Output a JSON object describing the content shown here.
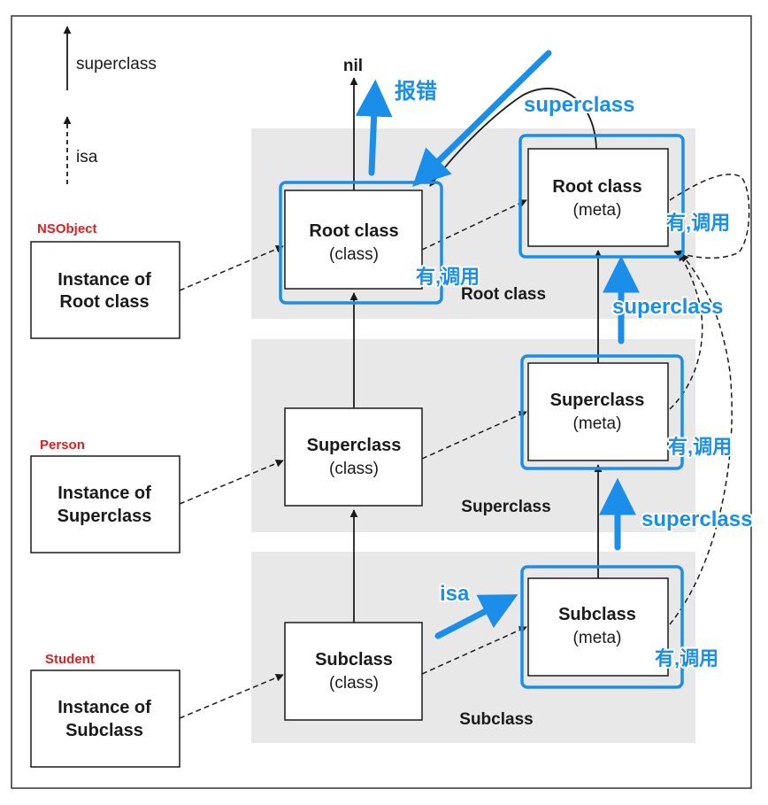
{
  "legend": {
    "superclass_label": "superclass",
    "isa_label": "isa"
  },
  "top": {
    "nil_label": "nil"
  },
  "bands": {
    "root": "Root class",
    "superclass": "Superclass",
    "subclass": "Subclass"
  },
  "instances": {
    "root": {
      "tag": "NSObject",
      "line1": "Instance of",
      "line2": "Root class"
    },
    "superclass": {
      "tag": "Person",
      "line1": "Instance of",
      "line2": "Superclass"
    },
    "subclass": {
      "tag": "Student",
      "line1": "Instance of",
      "line2": "Subclass"
    }
  },
  "class_boxes": {
    "root": {
      "name": "Root class",
      "kind": "(class)"
    },
    "superclass": {
      "name": "Superclass",
      "kind": "(class)"
    },
    "subclass": {
      "name": "Subclass",
      "kind": "(class)"
    }
  },
  "meta_boxes": {
    "root": {
      "name": "Root class",
      "kind": "(meta)"
    },
    "superclass": {
      "name": "Superclass",
      "kind": "(meta)"
    },
    "subclass": {
      "name": "Subclass",
      "kind": "(meta)"
    }
  },
  "annotations": {
    "error": "报错",
    "top_superclass": "superclass",
    "root_class_found": "有,调用",
    "root_meta_found": "有,调用",
    "superclass_meta_found": "有,调用",
    "subclass_meta_found": "有,调用",
    "superclass_mid": "superclass",
    "superclass_low": "superclass",
    "isa": "isa"
  },
  "colors": {
    "annotation_blue": "#1a8ee8",
    "tag_red": "#e02020",
    "band_gray": "#e8e8e8",
    "line": "#1a1a1a"
  }
}
